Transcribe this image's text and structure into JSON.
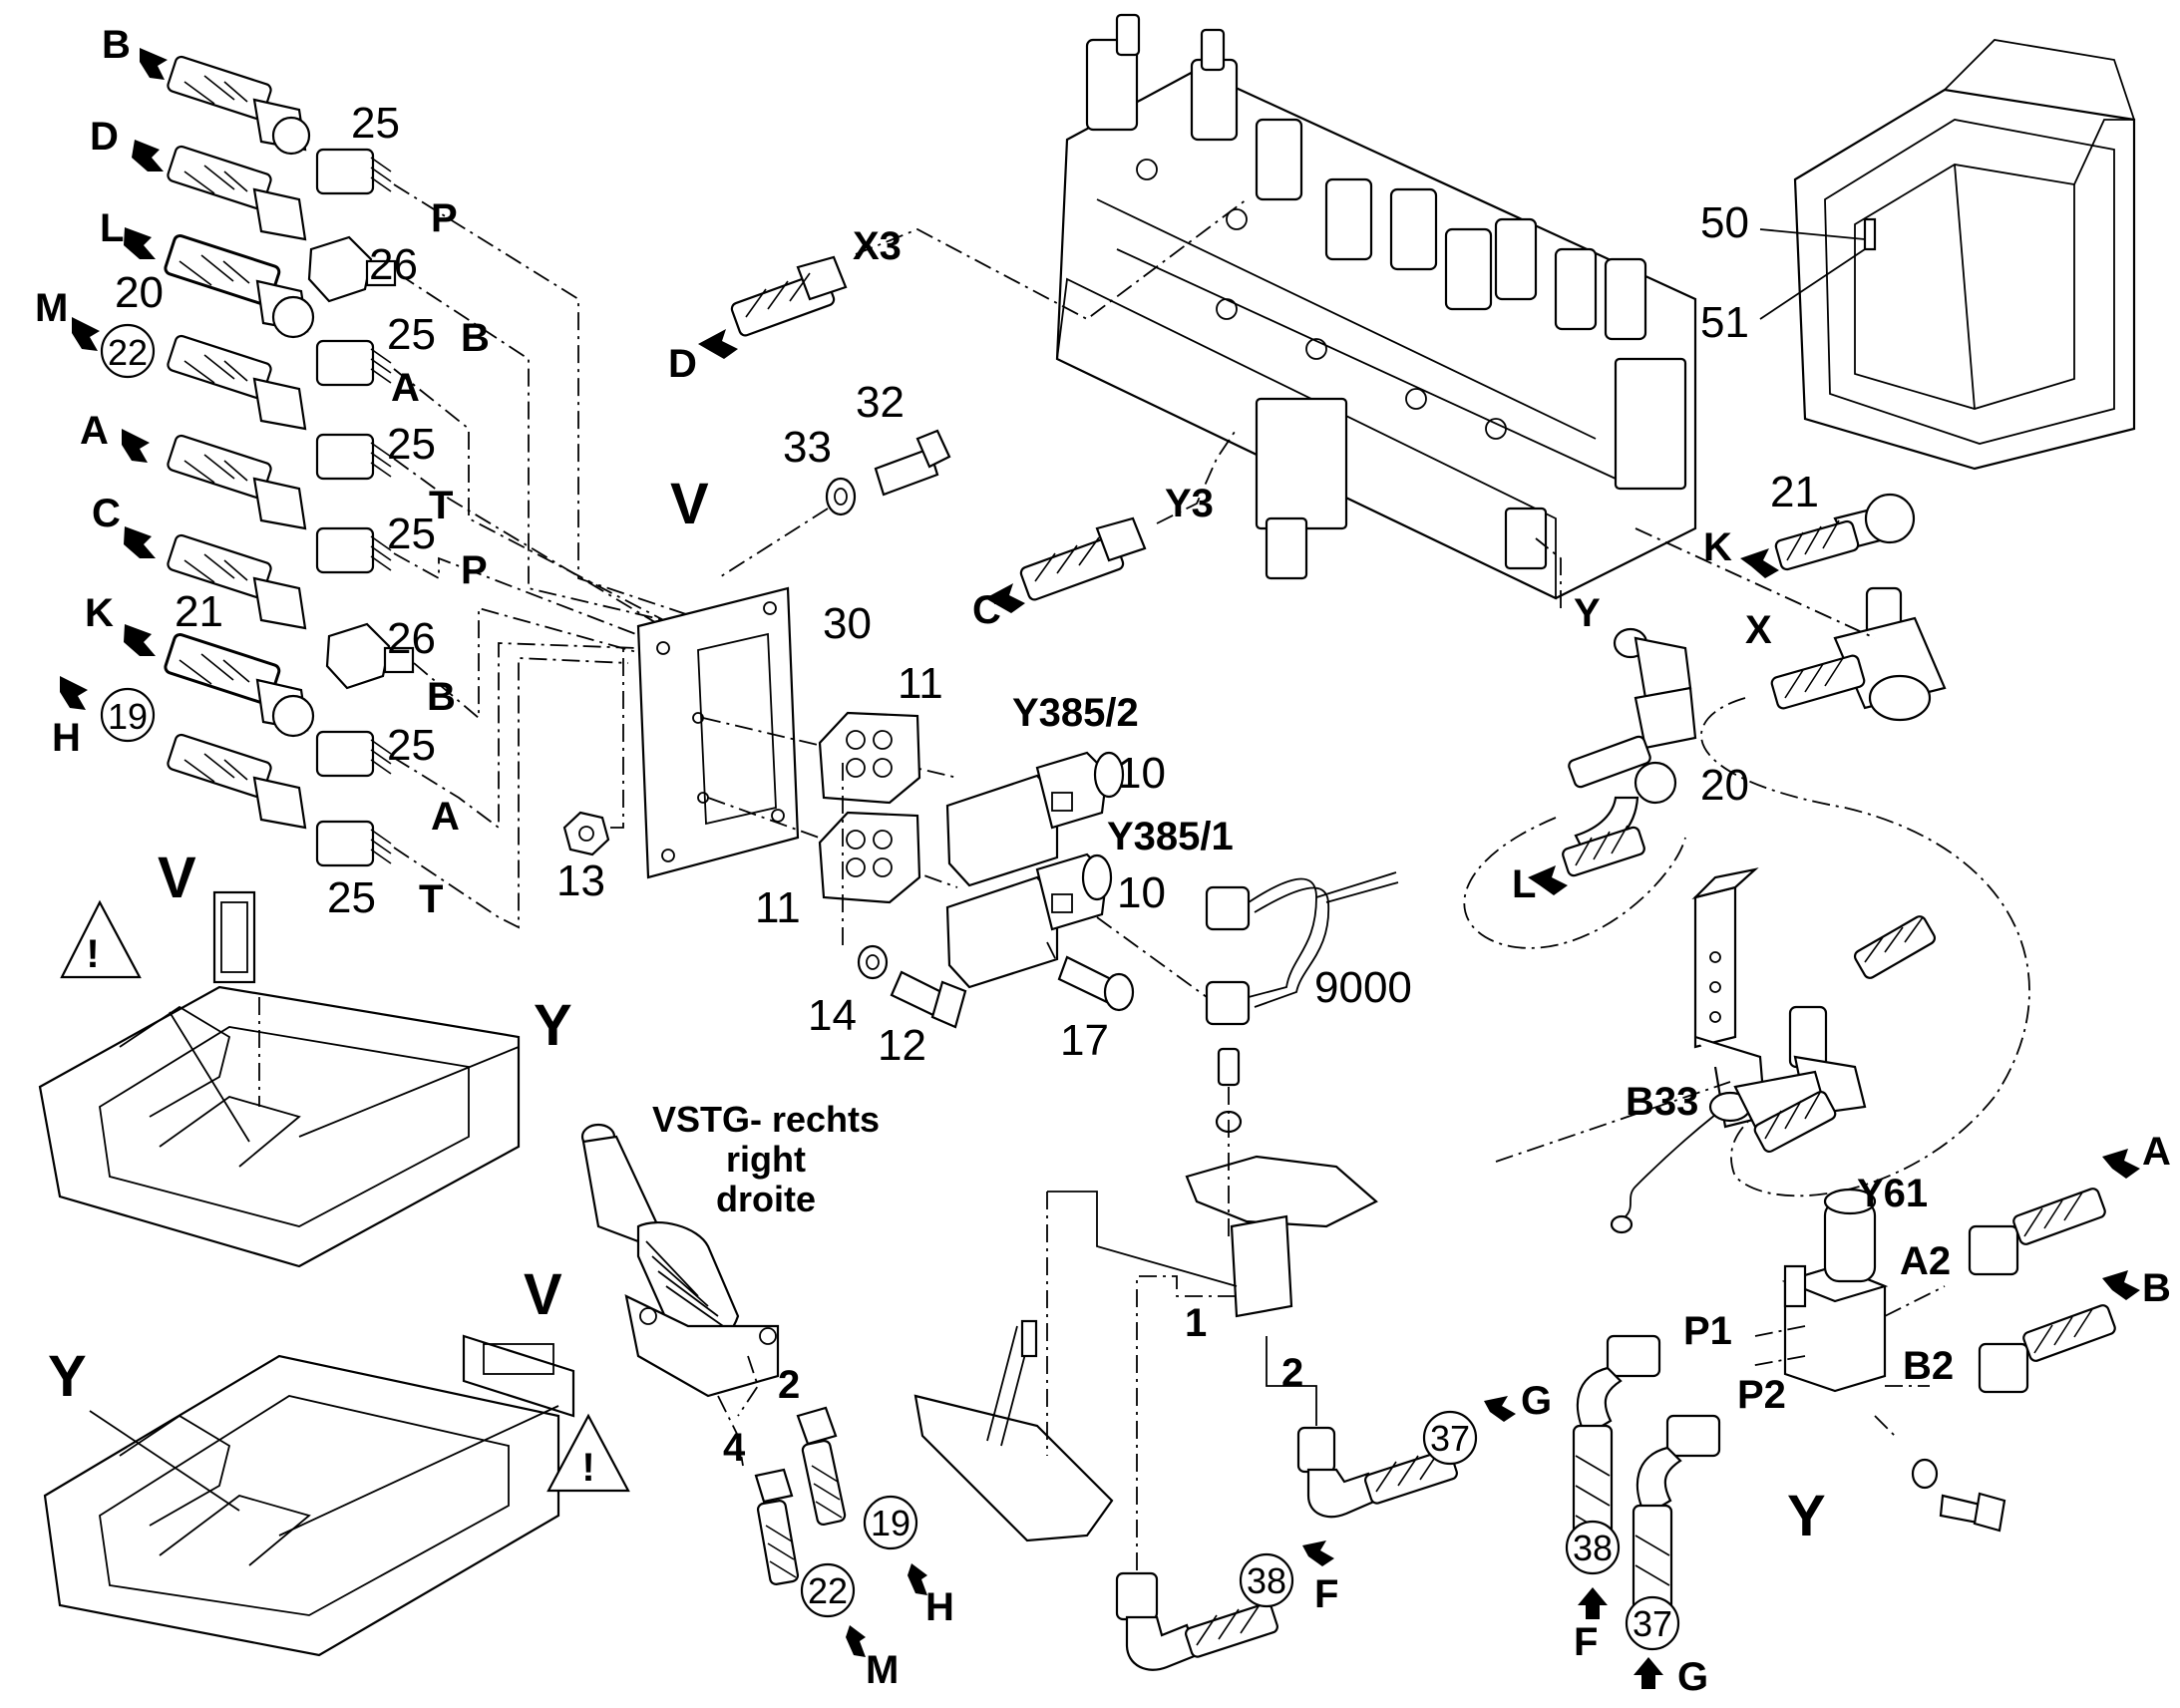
{
  "diagram": {
    "labels": {
      "B_top": "B",
      "D_left": "D",
      "L_left": "L",
      "M_left": "M",
      "A_left": "A",
      "C_left": "C",
      "K_left": "K",
      "H_left": "H",
      "n25a": "25",
      "n25b": "25",
      "n25c": "25",
      "n25d": "25",
      "n25e": "25",
      "n25f": "25",
      "n26a": "26",
      "n26b": "26",
      "n20a": "20",
      "n21a": "21",
      "c22": "22",
      "c19": "19",
      "P1": "P",
      "B1": "B",
      "A1": "A",
      "T1": "T",
      "P2": "P",
      "B2l": "B",
      "A2l": "A",
      "T2": "T",
      "V_main": "V",
      "n30": "30",
      "n11a": "11",
      "n11b": "11",
      "n13": "13",
      "Y385_2": "Y385/2",
      "Y385_1": "Y385/1",
      "n10a": "10",
      "n10b": "10",
      "n14": "14",
      "n12": "12",
      "n17": "17",
      "n9000": "9000",
      "n33": "33",
      "n32": "32",
      "X3": "X3",
      "D_mid": "D",
      "Y3": "Y3",
      "C_mid": "C",
      "n50": "50",
      "n51": "51",
      "n21b": "21",
      "K_right": "K",
      "X_r": "X",
      "Y_r": "Y",
      "n20b": "20",
      "L_right": "L",
      "B33": "B33",
      "Y61": "Y61",
      "A2": "A2",
      "B2": "B2",
      "P1r": "P1",
      "P2r": "P2",
      "A_right": "A",
      "B_right": "B",
      "Y_big": "Y",
      "c38a": "38",
      "F_a": "F",
      "c37a": "37",
      "G_a": "G",
      "c38b": "38",
      "F_b": "F",
      "c37b": "37",
      "G_b": "G",
      "VSTG": "VSTG- rechts",
      "right": "right",
      "droite": "droite",
      "n2a": "2",
      "n4": "4",
      "c19b": "19",
      "H_b": "H",
      "c22b": "22",
      "M_b": "M",
      "n1": "1",
      "n2b": "2",
      "V_tl": "V",
      "Y_tl": "Y",
      "V_bl": "V",
      "Y_bl": "Y"
    }
  }
}
